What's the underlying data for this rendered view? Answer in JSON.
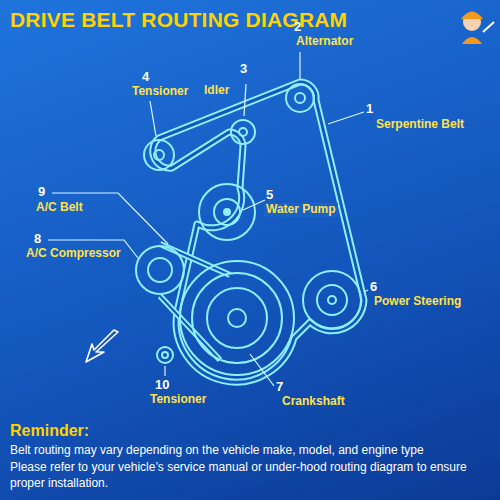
{
  "diagram": {
    "title": "DRIVE BELT ROUTING DIAGRAM",
    "labels": [
      "1",
      "Serpentine Belt",
      "2",
      "Alternator",
      "3",
      "Idler",
      "4",
      "Tensioner",
      "5",
      "Water Pump",
      "6",
      "Power Steering",
      "7",
      "Crankshaft",
      "8",
      "A/C Compressor",
      "9",
      "A/C Belt",
      "10",
      "Tensioner",
      "Reminder:",
      "Belt routing may vary depending on the vehicle make, model, and engine type",
      "Please refer to your vehicle’s service manual or under-hood routing diagram to ensure proper installation."
    ]
  }
}
